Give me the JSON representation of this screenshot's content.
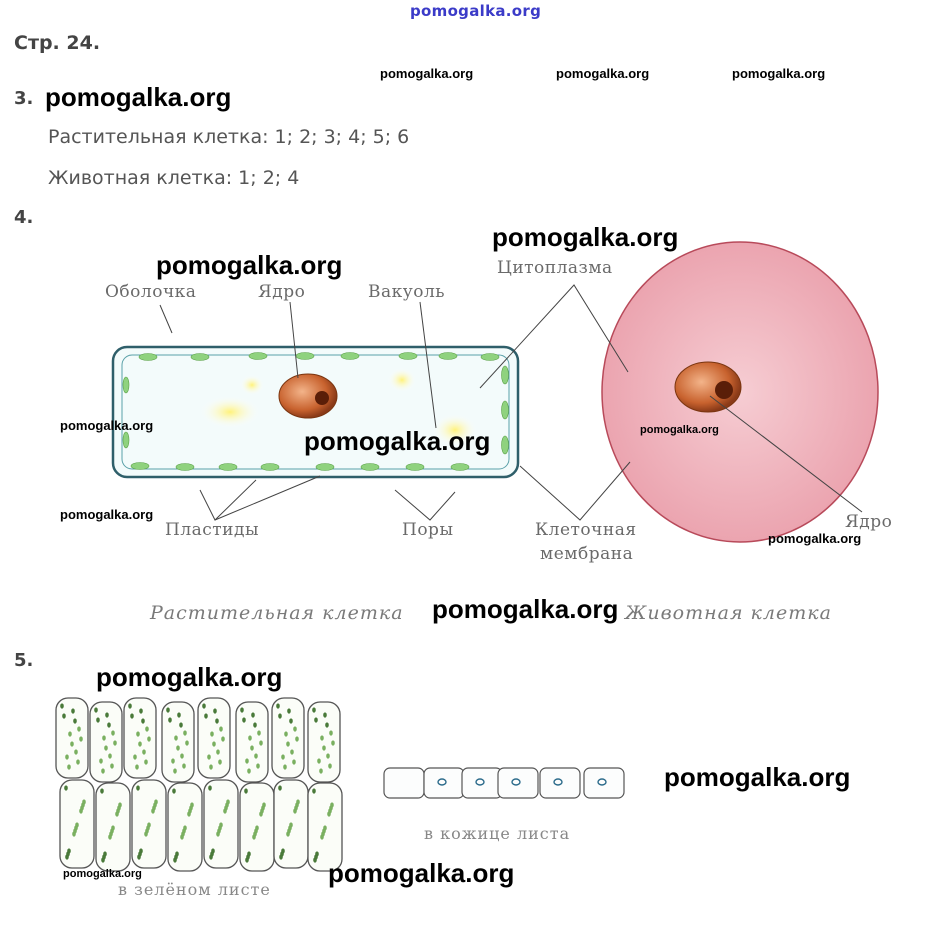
{
  "watermark": "pomogalka.org",
  "page_ref": "Стр. 24.",
  "q3": {
    "number": "3.",
    "plant_answer": "Растительная клетка: 1; 2; 3; 4; 5; 6",
    "animal_answer": "Животная клетка: 1; 2; 4"
  },
  "q4": {
    "number": "4.",
    "labels": {
      "shell": "Оболочка",
      "nucleus": "Ядро",
      "vacuole": "Вакуоль",
      "cytoplasm": "Цитоплазма",
      "plastids": "Пластиды",
      "pores": "Поры",
      "membrane_line1": "Клеточная",
      "membrane_line2": "мембрана",
      "nucleus_animal": "Ядро"
    },
    "captions": {
      "plant": "Растительная клетка",
      "animal": "Животная клетка"
    }
  },
  "q5": {
    "number": "5.",
    "caption_green_leaf": "в зелёном листе",
    "caption_leaf_skin": "в кожице листа"
  }
}
